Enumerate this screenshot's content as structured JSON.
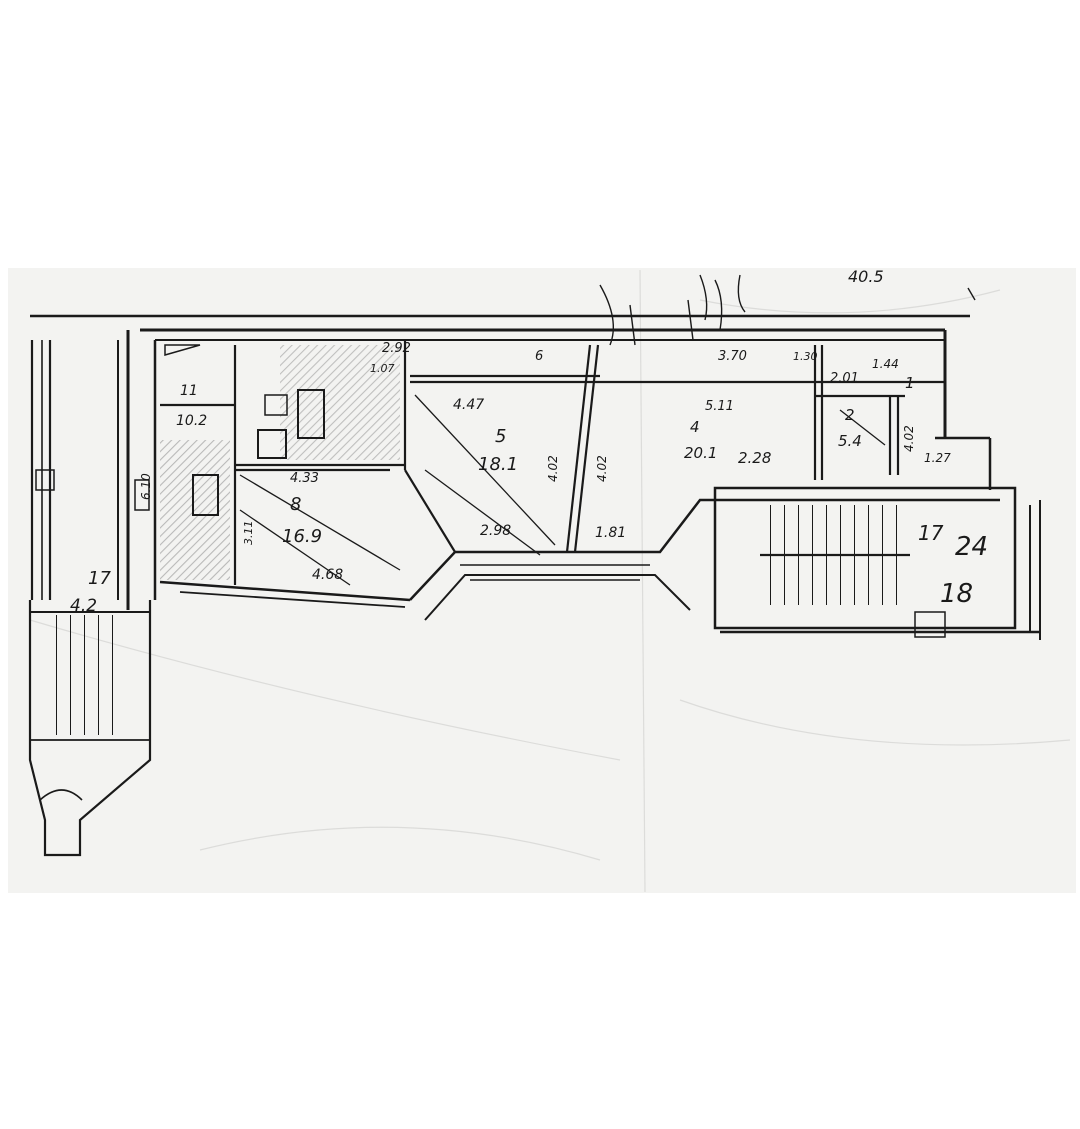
{
  "plan": {
    "rooms": [
      {
        "number": "11",
        "area": "10.2"
      },
      {
        "number": "8",
        "area": "16.9"
      },
      {
        "number": "5",
        "area": "18.1"
      },
      {
        "number": "4",
        "area": "20.1"
      },
      {
        "number": "2",
        "area": "5.4"
      },
      {
        "number": "1",
        "area": ""
      }
    ],
    "dimensions": {
      "d_292": "2.92",
      "d_107": "1.07",
      "d_6": "6",
      "d_370": "3.70",
      "d_130": "1.30",
      "d_201": "2.01",
      "d_144": "1.44",
      "d_447": "4.47",
      "d_511": "5.11",
      "d_402a": "4.02",
      "d_402b": "4.02",
      "d_402c": "4.02",
      "d_228": "2.28",
      "d_127": "1.27",
      "d_433": "4.33",
      "d_610": "6.10",
      "d_298": "2.98",
      "d_181": "1.81",
      "d_468": "4.68",
      "d_311": "3.11"
    },
    "stair_right": {
      "a": "17",
      "b": "24",
      "c": "18"
    },
    "stair_left": {
      "a": "17",
      "b": "4.2"
    },
    "top_scrawl": "40.5"
  },
  "colors": {
    "paper": "#f4f4f2",
    "ink": "#1a1a1a",
    "hatch": "#8a8a8a"
  }
}
